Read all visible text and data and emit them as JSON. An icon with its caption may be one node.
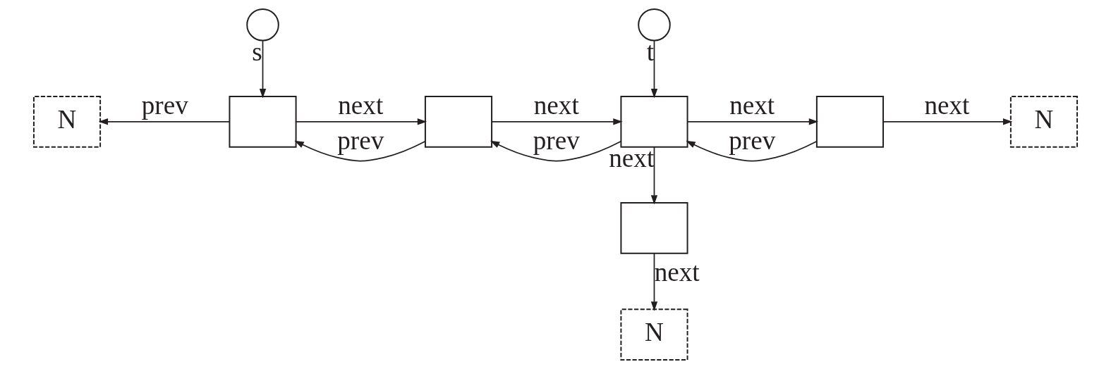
{
  "diagram": {
    "nodes": [
      {
        "text": [],
        "shape": "circle"
      },
      {
        "text": [],
        "shape": "circle"
      },
      {
        "text": [
          "N"
        ]
      },
      {
        "text": [],
        "shape": "box"
      },
      {
        "text": [],
        "shape": "box"
      },
      {
        "text": [],
        "shape": "box"
      },
      {
        "text": [],
        "shape": "box"
      },
      {
        "text": [
          "N"
        ]
      },
      {
        "text": [],
        "shape": "box"
      },
      {
        "text": [
          "N"
        ]
      }
    ],
    "edges": [
      {
        "from": 0,
        "to": 3,
        "label": "s",
        "arrow": "to"
      },
      {
        "from": 1,
        "to": 5,
        "label": "t",
        "arrow": "to"
      },
      {
        "from": 3,
        "to": 2,
        "label": "prev",
        "arrow": "to"
      },
      {
        "from": 3,
        "to": 4,
        "label": "next",
        "arrow": "to"
      },
      {
        "from": 4,
        "to": 3,
        "label": "prev",
        "arrow": "to"
      },
      {
        "from": 4,
        "to": 5,
        "label": "next",
        "arrow": "to"
      },
      {
        "from": 5,
        "to": 4,
        "label": "prev",
        "arrow": "to"
      },
      {
        "from": 5,
        "to": 6,
        "label": "next",
        "arrow": "to"
      },
      {
        "from": 6,
        "to": 5,
        "label": "prev",
        "arrow": "to"
      },
      {
        "from": 6,
        "to": 7,
        "label": "next",
        "arrow": "to"
      },
      {
        "from": 5,
        "to": 8,
        "label": "next",
        "arrow": "to"
      },
      {
        "from": 8,
        "to": 9,
        "label": "next",
        "arrow": "to"
      }
    ]
  }
}
